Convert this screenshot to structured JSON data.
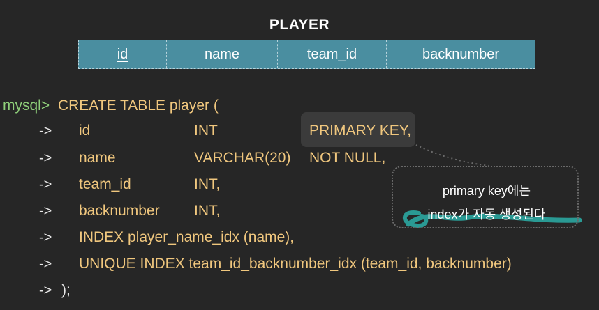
{
  "title": "PLAYER",
  "table_columns": [
    "id",
    "name",
    "team_id",
    "backnumber"
  ],
  "prompt": "mysql>",
  "first_line": "CREATE TABLE player (",
  "arrow": "->",
  "rows": [
    {
      "col1": "id",
      "col2": "INT",
      "col3": "PRIMARY KEY,"
    },
    {
      "col1": "name",
      "col2": "VARCHAR(20)",
      "col3": "NOT NULL,"
    },
    {
      "col1": "team_id",
      "col2": "INT,",
      "col3": ""
    },
    {
      "col1": "backnumber",
      "col2": "INT,",
      "col3": ""
    }
  ],
  "index_line": "INDEX player_name_idx (name),",
  "unique_line": "UNIQUE INDEX team_id_backnumber_idx (team_id, backnumber)",
  "closing": ");",
  "note": {
    "line1": "primary key에는",
    "line2": "index가 자동 생성된다"
  },
  "colors": {
    "background": "#262626",
    "table_header": "#4a8ea0",
    "code_text": "#f0c77e",
    "prompt": "#8fcf7a",
    "marker": "#2a9a94"
  }
}
